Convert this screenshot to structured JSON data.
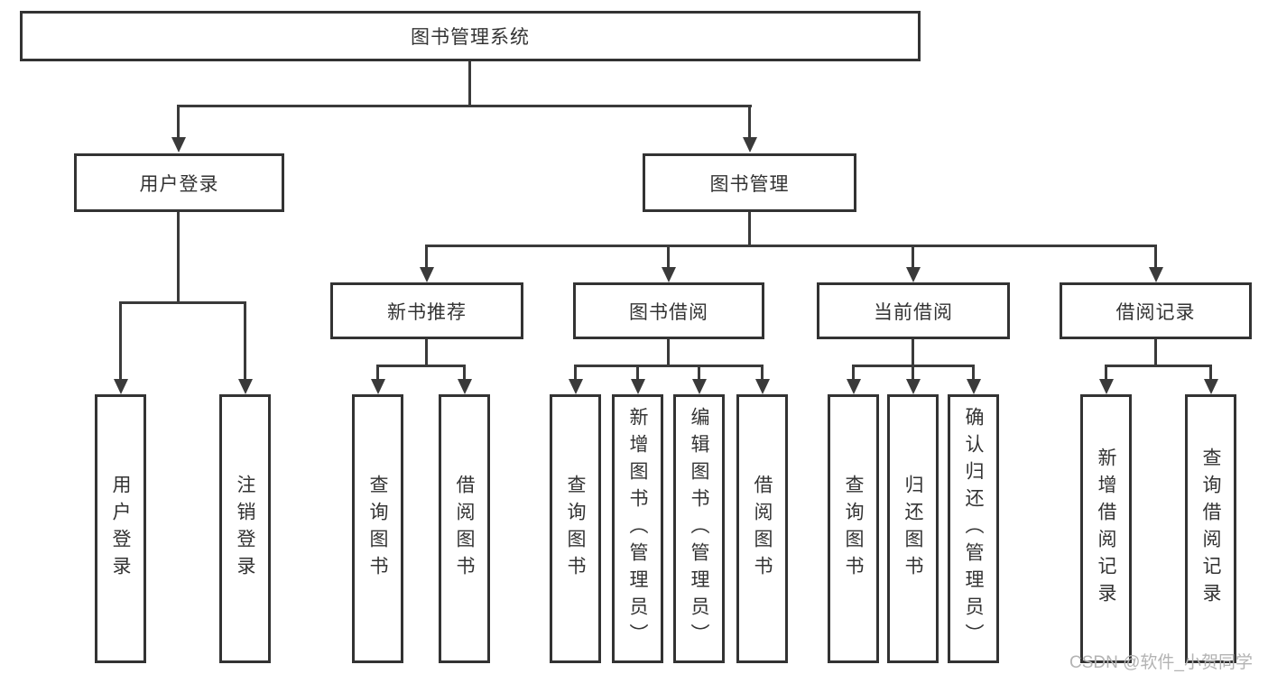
{
  "diagram": {
    "type": "hierarchy-tree",
    "title": "图书管理系统",
    "watermark": "CSDN @软件_小贺同学",
    "colors": {
      "line": "#3a3a3a",
      "border": "#333333",
      "text": "#333333",
      "background": "#ffffff",
      "watermark": "#b3b3b3"
    },
    "nodes": {
      "root": {
        "label": "图书管理系统"
      },
      "user_login": {
        "label": "用户登录"
      },
      "book_mgmt": {
        "label": "图书管理"
      },
      "new_books": {
        "label": "新书推荐"
      },
      "book_borrow": {
        "label": "图书借阅"
      },
      "current_borrow": {
        "label": "当前借阅"
      },
      "borrow_records": {
        "label": "借阅记录"
      }
    },
    "leaves": {
      "user_login_leaf": {
        "label": "用户登录",
        "parent": "用户登录"
      },
      "logout": {
        "label": "注销登录",
        "parent": "用户登录"
      },
      "nb_query": {
        "label": "查询图书",
        "parent": "新书推荐"
      },
      "nb_borrow": {
        "label": "借阅图书",
        "parent": "新书推荐"
      },
      "bb_query": {
        "label": "查询图书",
        "parent": "图书借阅"
      },
      "bb_add": {
        "label": "新增图书（管理员）",
        "parent": "图书借阅"
      },
      "bb_edit": {
        "label": "编辑图书（管理员）",
        "parent": "图书借阅"
      },
      "bb_borrow": {
        "label": "借阅图书",
        "parent": "图书借阅"
      },
      "cb_query": {
        "label": "查询图书",
        "parent": "当前借阅"
      },
      "cb_return": {
        "label": "归还图书",
        "parent": "当前借阅"
      },
      "cb_confirm": {
        "label": "确认归还（管理员）",
        "parent": "当前借阅"
      },
      "br_add": {
        "label": "新增借阅记录",
        "parent": "借阅记录"
      },
      "br_query": {
        "label": "查询借阅记录",
        "parent": "借阅记录"
      }
    }
  }
}
